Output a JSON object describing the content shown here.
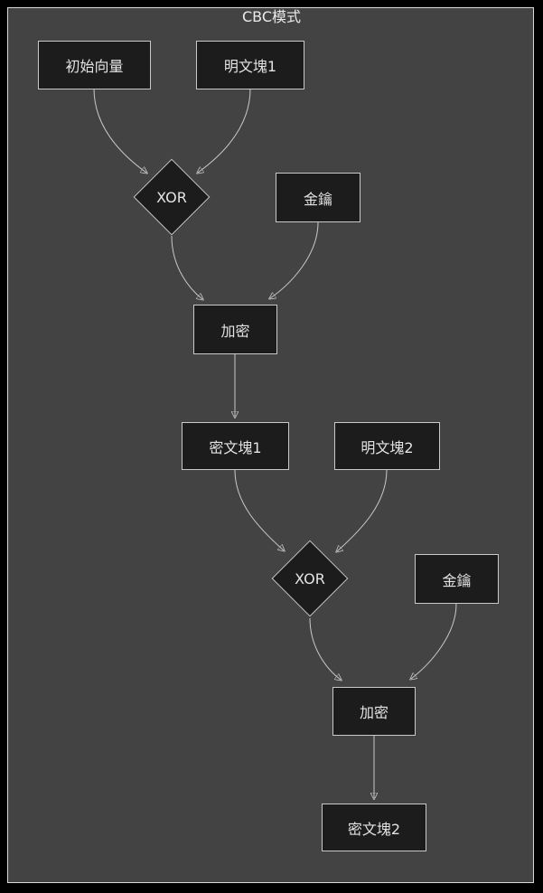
{
  "title": "CBC模式",
  "colors": {
    "outer_bg": "#000000",
    "canvas_bg": "#434343",
    "frame_border": "#d9d9d9",
    "node_fill": "#1c1c1c",
    "node_border": "#c9c9c9",
    "edge": "#c9c9c9",
    "text": "#e3e3e3"
  },
  "diagram": {
    "type": "flowchart",
    "nodes": [
      {
        "id": "iv",
        "label": "初始向量",
        "shape": "rect"
      },
      {
        "id": "pt1",
        "label": "明文塊1",
        "shape": "rect"
      },
      {
        "id": "xor1",
        "label": "XOR",
        "shape": "diamond"
      },
      {
        "id": "key1",
        "label": "金鑰",
        "shape": "rect"
      },
      {
        "id": "enc1",
        "label": "加密",
        "shape": "rect"
      },
      {
        "id": "ct1",
        "label": "密文塊1",
        "shape": "rect"
      },
      {
        "id": "pt2",
        "label": "明文塊2",
        "shape": "rect"
      },
      {
        "id": "xor2",
        "label": "XOR",
        "shape": "diamond"
      },
      {
        "id": "key2",
        "label": "金鑰",
        "shape": "rect"
      },
      {
        "id": "enc2",
        "label": "加密",
        "shape": "rect"
      },
      {
        "id": "ct2",
        "label": "密文塊2",
        "shape": "rect"
      }
    ],
    "edges": [
      {
        "from": "iv",
        "to": "xor1"
      },
      {
        "from": "pt1",
        "to": "xor1"
      },
      {
        "from": "xor1",
        "to": "enc1"
      },
      {
        "from": "key1",
        "to": "enc1"
      },
      {
        "from": "enc1",
        "to": "ct1"
      },
      {
        "from": "ct1",
        "to": "xor2"
      },
      {
        "from": "pt2",
        "to": "xor2"
      },
      {
        "from": "xor2",
        "to": "enc2"
      },
      {
        "from": "key2",
        "to": "enc2"
      },
      {
        "from": "enc2",
        "to": "ct2"
      }
    ]
  }
}
